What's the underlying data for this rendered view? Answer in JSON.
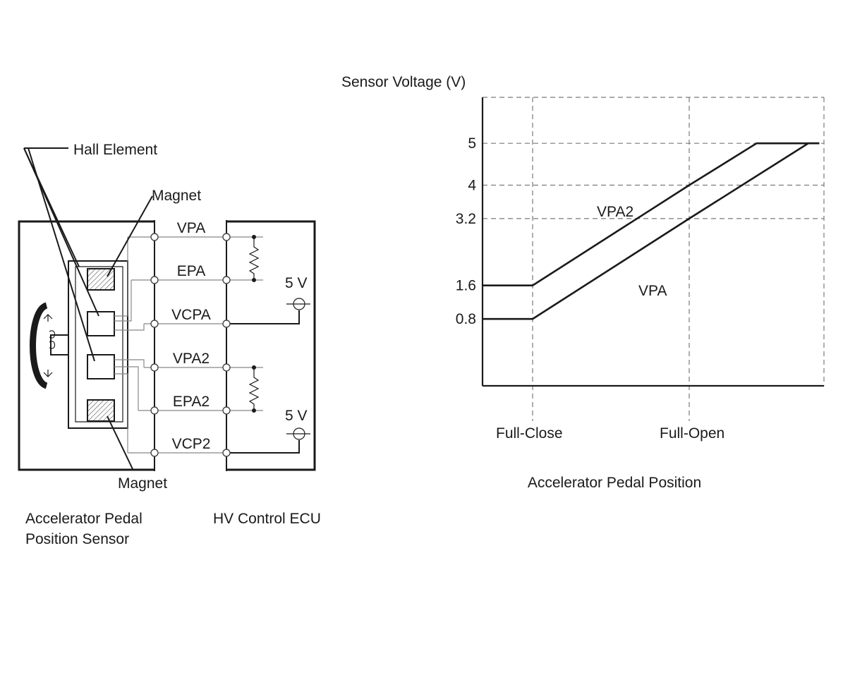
{
  "circuit": {
    "hall_element_label": "Hall Element",
    "magnet_top_label": "Magnet",
    "magnet_bottom_label": "Magnet",
    "signals": [
      "VPA",
      "EPA",
      "VCPA",
      "VPA2",
      "EPA2",
      "VCP2"
    ],
    "supply_label_1": "5 V",
    "supply_label_2": "5 V",
    "sensor_label_line1": "Accelerator Pedal",
    "sensor_label_line2": "Position Sensor",
    "ecu_label": "HV Control ECU"
  },
  "chart_data": {
    "type": "line",
    "ylabel": "Sensor Voltage (V)",
    "xlabel": "Accelerator Pedal Position",
    "x_ticks": [
      "Full-Close",
      "Full-Open"
    ],
    "y_ticks": [
      "0.8",
      "1.6",
      "3.2",
      "4",
      "5"
    ],
    "ylim": [
      -0.8,
      6.1
    ],
    "grid": "dashed",
    "series": [
      {
        "name": "VPA2",
        "points": [
          [
            0,
            1.6
          ],
          [
            1,
            4.0
          ],
          [
            1.43,
            5.0
          ],
          [
            1.83,
            5.0
          ]
        ]
      },
      {
        "name": "VPA",
        "points": [
          [
            0,
            0.8
          ],
          [
            1,
            3.2
          ],
          [
            1.76,
            5.0
          ],
          [
            1.83,
            5.0
          ]
        ]
      }
    ]
  }
}
